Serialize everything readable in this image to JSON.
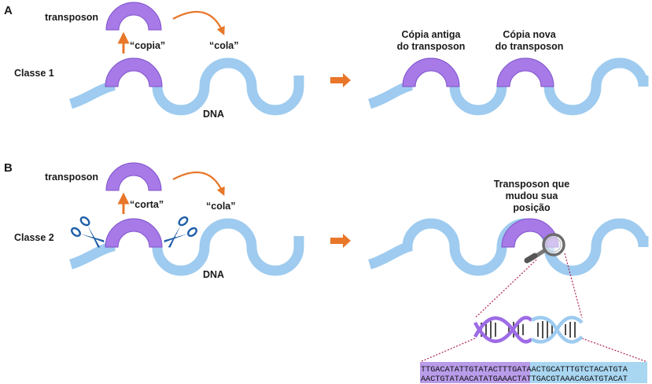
{
  "panel_a": {
    "letter": "A",
    "class_label": "Classe 1",
    "transposon_label": "transposon",
    "copy_label": "“copia”",
    "paste_label": "“cola”",
    "dna_label": "DNA",
    "old_copy_label": [
      "Cópia antiga",
      "do transposon"
    ],
    "new_copy_label": [
      "Cópia nova",
      "do transposon"
    ]
  },
  "panel_b": {
    "letter": "B",
    "class_label": "Classe 2",
    "transposon_label": "transposon",
    "cut_label": "“corta”",
    "paste_label": "“cola”",
    "dna_label": "DNA",
    "moved_label": [
      "Transposon que",
      "mudou sua",
      "posição"
    ]
  },
  "sequence": {
    "top_purple": "TTGACATATTGTATACTTTGA",
    "top_blue": "TAACTGCATTTGTCTACATGTA",
    "bottom_purple": "AACTGTATAACATATGAAACT",
    "bottom_blue": "ATTGACGTAAACAGATGTACAT"
  },
  "colors": {
    "dna_blue": "#9ecbef",
    "transposon_purple": "#a77ae8",
    "transposon_stroke": "#7f52c9",
    "arrow_orange": "#e8772a",
    "scissors_blue": "#1f5ea8",
    "seq_purple_bg": "#b99ce9",
    "seq_blue_bg": "#a9d6f1",
    "zoom_line": "#b0224a"
  }
}
